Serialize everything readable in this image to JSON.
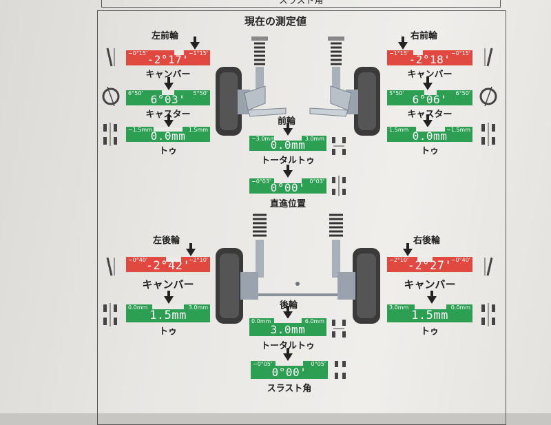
{
  "header": {
    "cutoff_label": "スラスト角",
    "title": "現在の測定値"
  },
  "front": {
    "left_label": "左前輪",
    "right_label": "右前輪",
    "axle_label": "前輪",
    "left": {
      "camber": {
        "value": "-2°17'",
        "lo": "−0°15'",
        "hi": "−1°15'",
        "caption": "キャンバー",
        "status": "red"
      },
      "caster": {
        "value": "6°03'",
        "lo": "6°50'",
        "hi": "5°50'",
        "caption": "キャスター",
        "status": "green"
      },
      "toe": {
        "value": "0.0mm",
        "lo": "−1.5mm",
        "hi": "1.5mm",
        "caption": "トゥ",
        "status": "green"
      }
    },
    "right": {
      "camber": {
        "value": "-2°18'",
        "lo": "−1°15'",
        "hi": "−0°15'",
        "caption": "キャンバー",
        "status": "red"
      },
      "caster": {
        "value": "6°06'",
        "lo": "5°50'",
        "hi": "6°50'",
        "caption": "キャスター",
        "status": "green"
      },
      "toe": {
        "value": "0.0mm",
        "lo": "1.5mm",
        "hi": "−1.5mm",
        "caption": "トゥ",
        "status": "green"
      }
    },
    "total_toe": {
      "value": "0.0mm",
      "lo": "−3.0mm",
      "hi": "3.0mm",
      "caption": "トータルトゥ",
      "status": "green"
    },
    "straight_ahead": {
      "value": "0°00'",
      "lo": "−0°03'",
      "hi": "0°03'",
      "caption": "直進位置",
      "status": "green"
    }
  },
  "rear": {
    "left_label": "左後輪",
    "right_label": "右後輪",
    "axle_label": "後輪",
    "left": {
      "camber": {
        "value": "-2°42'",
        "lo": "−0°40'",
        "hi": "−2°10'",
        "caption": "キャンバー",
        "status": "red"
      },
      "toe": {
        "value": "1.5mm",
        "lo": "0.0mm",
        "hi": "3.0mm",
        "caption": "トゥ",
        "status": "green"
      }
    },
    "right": {
      "camber": {
        "value": "-2°27'",
        "lo": "−2°10'",
        "hi": "−0°40'",
        "caption": "キャンバー",
        "status": "red"
      },
      "toe": {
        "value": "1.5mm",
        "lo": "3.0mm",
        "hi": "0.0mm",
        "caption": "トゥ",
        "status": "green"
      }
    },
    "total_toe": {
      "value": "3.0mm",
      "lo": "0.0mm",
      "hi": "6.0mm",
      "caption": "トータルトゥ",
      "status": "green"
    },
    "thrust_angle": {
      "value": "0°00'",
      "lo": "−0°05'",
      "hi": "0°05'",
      "caption": "スラスト角",
      "status": "green"
    }
  },
  "colors": {
    "out_of_spec": "#e14940",
    "in_spec": "#2d9f52"
  }
}
